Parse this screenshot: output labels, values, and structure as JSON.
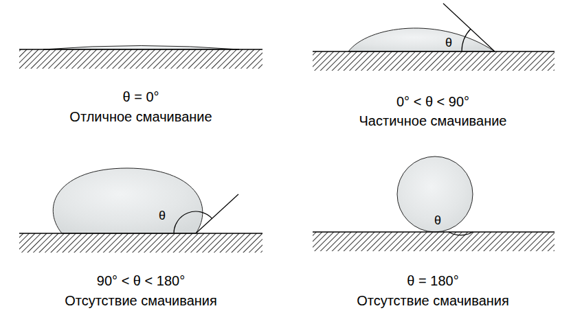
{
  "diagram": {
    "labels": [
      "θ = 0°",
      "Отличное смачивание",
      "θ",
      "0° < θ < 90°",
      "Частичное смачивание",
      "θ",
      "90° < θ < 180°",
      "Отсутствие смачивания",
      "θ",
      "θ = 180°",
      "Отсутствие смачивания"
    ]
  }
}
